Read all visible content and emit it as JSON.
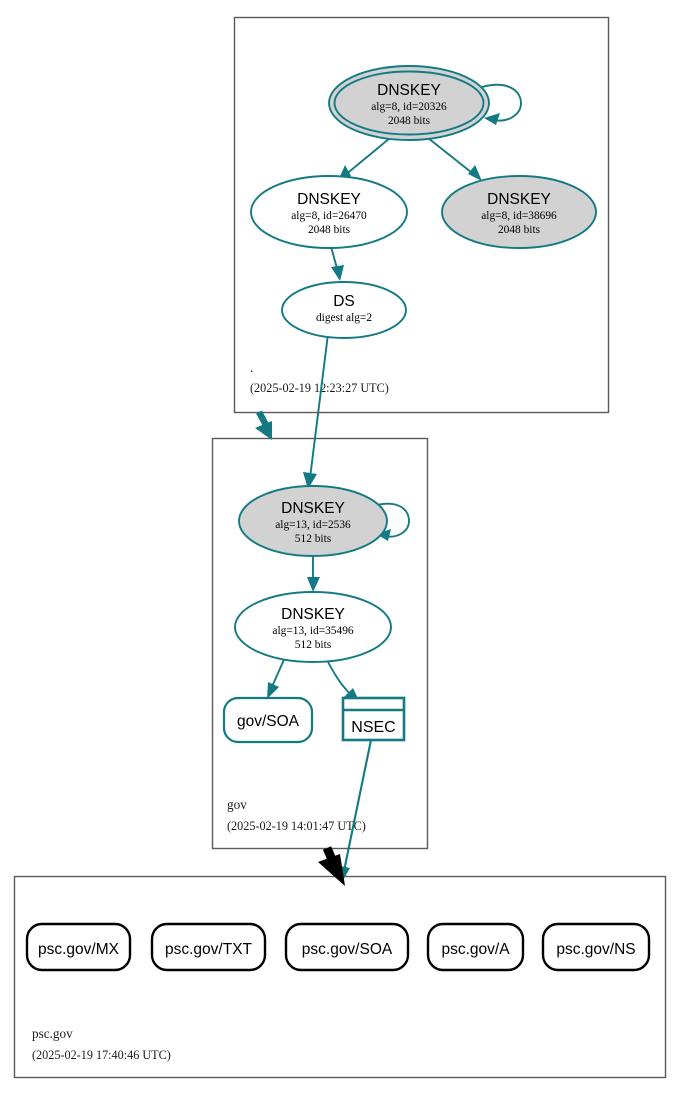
{
  "diagram": {
    "type": "dnssec-authentication-chain",
    "colors": {
      "secure_teal": "#137a84",
      "insecure_black": "#000000",
      "ksk_fill_gray": "#d2d2d2",
      "zsk_fill_white": "#ffffff",
      "cluster_border": "#5a5a5a"
    }
  },
  "zones": [
    {
      "id": "root",
      "label": ".",
      "timestamp": "(2025-02-19 12:23:27 UTC)",
      "nodes": [
        {
          "id": "root-ksk-20326",
          "shape": "double-ellipse",
          "fill": "gray",
          "title": "DNSKEY",
          "line2": "alg=8, id=20326",
          "line3": "2048 bits",
          "self_signed": true
        },
        {
          "id": "root-zsk-26470",
          "shape": "ellipse",
          "fill": "white",
          "title": "DNSKEY",
          "line2": "alg=8, id=26470",
          "line3": "2048 bits",
          "self_signed": false
        },
        {
          "id": "root-ksk-38696",
          "shape": "ellipse",
          "fill": "gray",
          "title": "DNSKEY",
          "line2": "alg=8, id=38696",
          "line3": "2048 bits",
          "self_signed": false
        },
        {
          "id": "root-ds",
          "shape": "ellipse",
          "fill": "white",
          "title": "DS",
          "line2": "digest alg=2",
          "line3": "",
          "self_signed": false
        }
      ]
    },
    {
      "id": "gov",
      "label": "gov",
      "timestamp": "(2025-02-19 14:01:47 UTC)",
      "nodes": [
        {
          "id": "gov-ksk-2536",
          "shape": "ellipse",
          "fill": "gray",
          "title": "DNSKEY",
          "line2": "alg=13, id=2536",
          "line3": "512 bits",
          "self_signed": true
        },
        {
          "id": "gov-zsk-35496",
          "shape": "ellipse",
          "fill": "white",
          "title": "DNSKEY",
          "line2": "alg=13, id=35496",
          "line3": "512 bits",
          "self_signed": false
        },
        {
          "id": "gov-soa",
          "shape": "rounded-rect",
          "stroke": "teal",
          "title": "gov/SOA",
          "line2": "",
          "line3": "",
          "self_signed": false
        },
        {
          "id": "gov-nsec",
          "shape": "rect-with-header",
          "stroke": "teal",
          "title": "NSEC",
          "line2": "",
          "line3": "",
          "self_signed": false
        }
      ]
    },
    {
      "id": "psc-gov",
      "label": "psc.gov",
      "timestamp": "(2025-02-19 17:40:46 UTC)",
      "nodes": [
        {
          "id": "psc-mx",
          "shape": "rounded-rect",
          "stroke": "black",
          "title": "psc.gov/MX"
        },
        {
          "id": "psc-txt",
          "shape": "rounded-rect",
          "stroke": "black",
          "title": "psc.gov/TXT"
        },
        {
          "id": "psc-soa",
          "shape": "rounded-rect",
          "stroke": "black",
          "title": "psc.gov/SOA"
        },
        {
          "id": "psc-a",
          "shape": "rounded-rect",
          "stroke": "black",
          "title": "psc.gov/A"
        },
        {
          "id": "psc-ns",
          "shape": "rounded-rect",
          "stroke": "black",
          "title": "psc.gov/NS"
        }
      ]
    }
  ],
  "edges": [
    {
      "id": "e-ksk-self",
      "from": "root-ksk-20326",
      "to": "root-ksk-20326",
      "color": "teal",
      "kind": "self-sign"
    },
    {
      "id": "e-ksk-zsk",
      "from": "root-ksk-20326",
      "to": "root-zsk-26470",
      "color": "teal",
      "kind": "sign"
    },
    {
      "id": "e-ksk-ksk2",
      "from": "root-ksk-20326",
      "to": "root-ksk-38696",
      "color": "teal",
      "kind": "sign"
    },
    {
      "id": "e-zsk-ds",
      "from": "root-zsk-26470",
      "to": "root-ds",
      "color": "teal",
      "kind": "sign"
    },
    {
      "id": "e-ds-govksk",
      "from": "root-ds",
      "to": "gov-ksk-2536",
      "color": "teal",
      "kind": "ds-chain"
    },
    {
      "id": "e-root-gov-del",
      "from": "root",
      "to": "gov",
      "color": "teal",
      "kind": "delegation"
    },
    {
      "id": "e-govksk-self",
      "from": "gov-ksk-2536",
      "to": "gov-ksk-2536",
      "color": "teal",
      "kind": "self-sign"
    },
    {
      "id": "e-govksk-zsk",
      "from": "gov-ksk-2536",
      "to": "gov-zsk-35496",
      "color": "teal",
      "kind": "sign"
    },
    {
      "id": "e-zsk-soa",
      "from": "gov-zsk-35496",
      "to": "gov-soa",
      "color": "teal",
      "kind": "sign"
    },
    {
      "id": "e-zsk-nsec",
      "from": "gov-zsk-35496",
      "to": "gov-nsec",
      "color": "teal",
      "kind": "sign"
    },
    {
      "id": "e-nsec-psc",
      "from": "gov-nsec",
      "to": "psc-gov",
      "color": "teal",
      "kind": "proof"
    },
    {
      "id": "e-gov-psc-del",
      "from": "gov",
      "to": "psc-gov",
      "color": "black",
      "kind": "delegation-insecure"
    }
  ]
}
